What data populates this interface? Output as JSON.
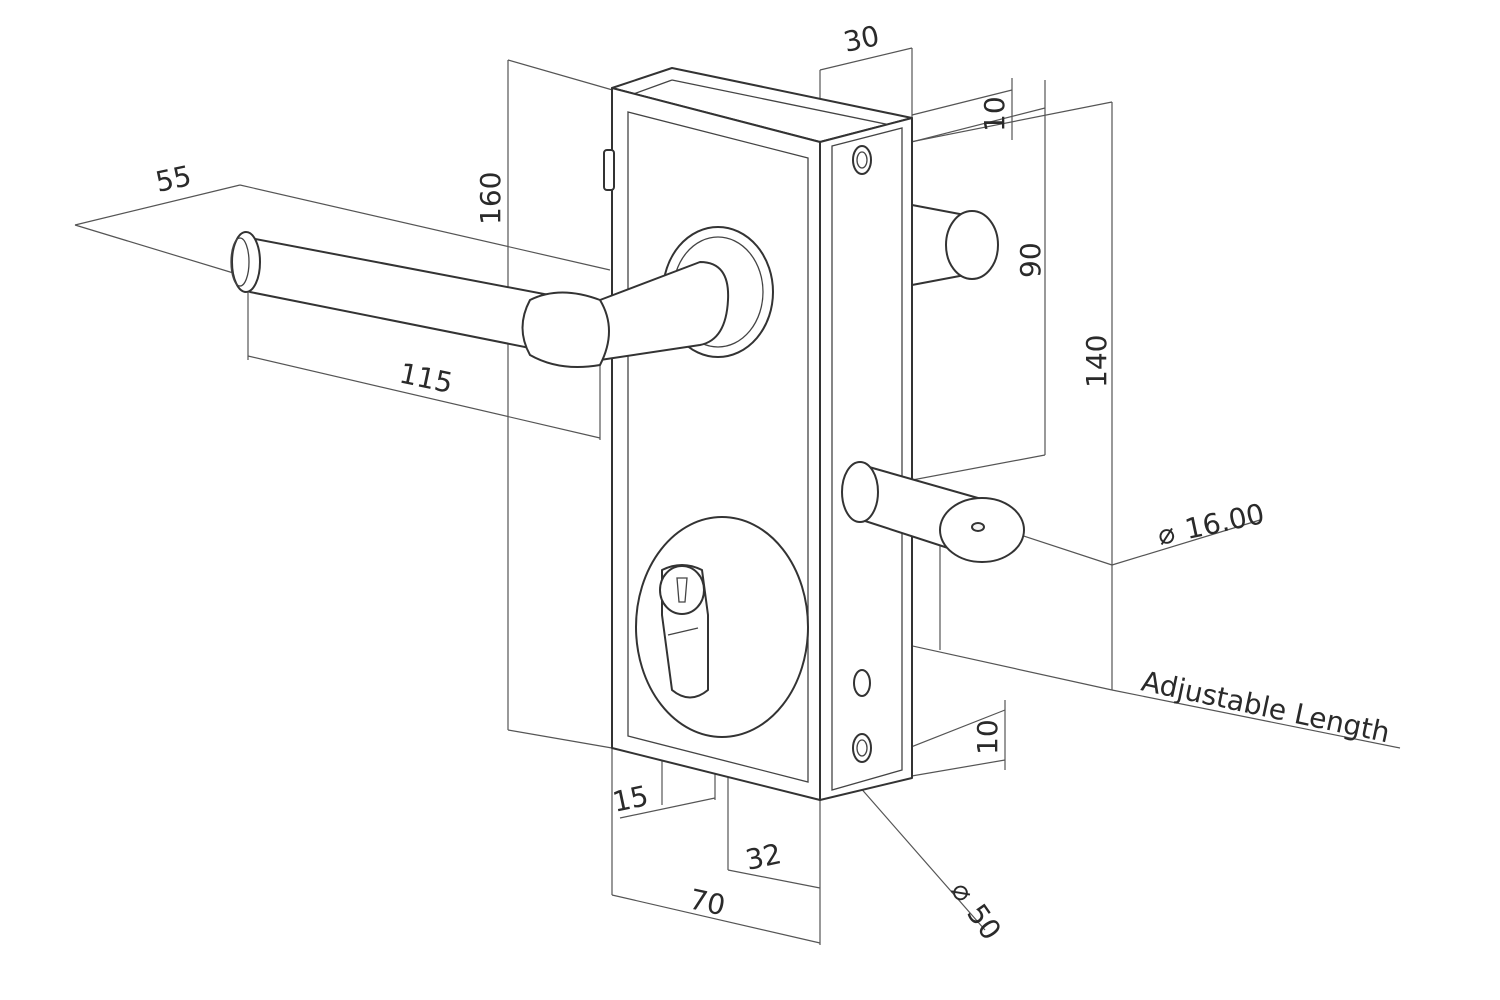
{
  "dimensions": {
    "handle_depth": "55",
    "handle_length": "115",
    "body_height": "160",
    "body_depth": "30",
    "top_margin": "10",
    "bolt_offset": "90",
    "screw_span": "140",
    "bolt_diameter": "16.00",
    "adjustable_length": "Adjustable Length",
    "bottom_margin": "10",
    "cylinder_offset": "15",
    "backset": "32",
    "body_width": "70",
    "rosette_diameter": "50"
  },
  "symbols": {
    "diameter": "⌀"
  }
}
